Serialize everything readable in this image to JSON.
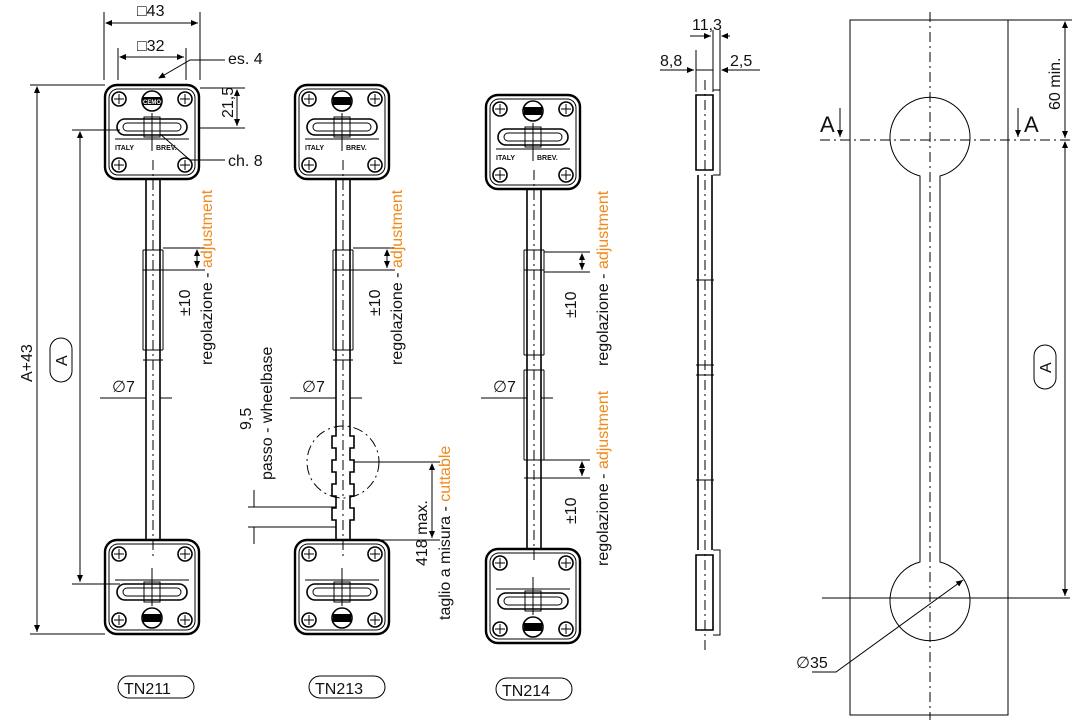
{
  "dimensions": {
    "sq43": "□43",
    "sq32": "□32",
    "es4": "es. 4",
    "d21_5": "21,5",
    "ch8": "ch. 8",
    "a_plus_43": "A+43",
    "a_label": "A",
    "phi7": "∅7",
    "pm10": "±10",
    "d9_5": "9,5",
    "d418": "418 max.",
    "d11_3": "11,3",
    "d8_8": "8,8",
    "d2_5": "2,5",
    "d60": "60 min.",
    "phi35": "∅35",
    "section_a": "A"
  },
  "annotations": {
    "regolazione": "regolazione - ",
    "adjustment": "adjustment",
    "passo": "passo - wheelbase",
    "taglio": "taglio a misura - ",
    "cuttable": "cuttable"
  },
  "plate": {
    "brand": "CEMO",
    "italy": "ITALY",
    "brev": "BREV."
  },
  "models": [
    "TN211",
    "TN213",
    "TN214"
  ],
  "colors": {
    "accent": "#f08a1c",
    "line": "#000000"
  }
}
